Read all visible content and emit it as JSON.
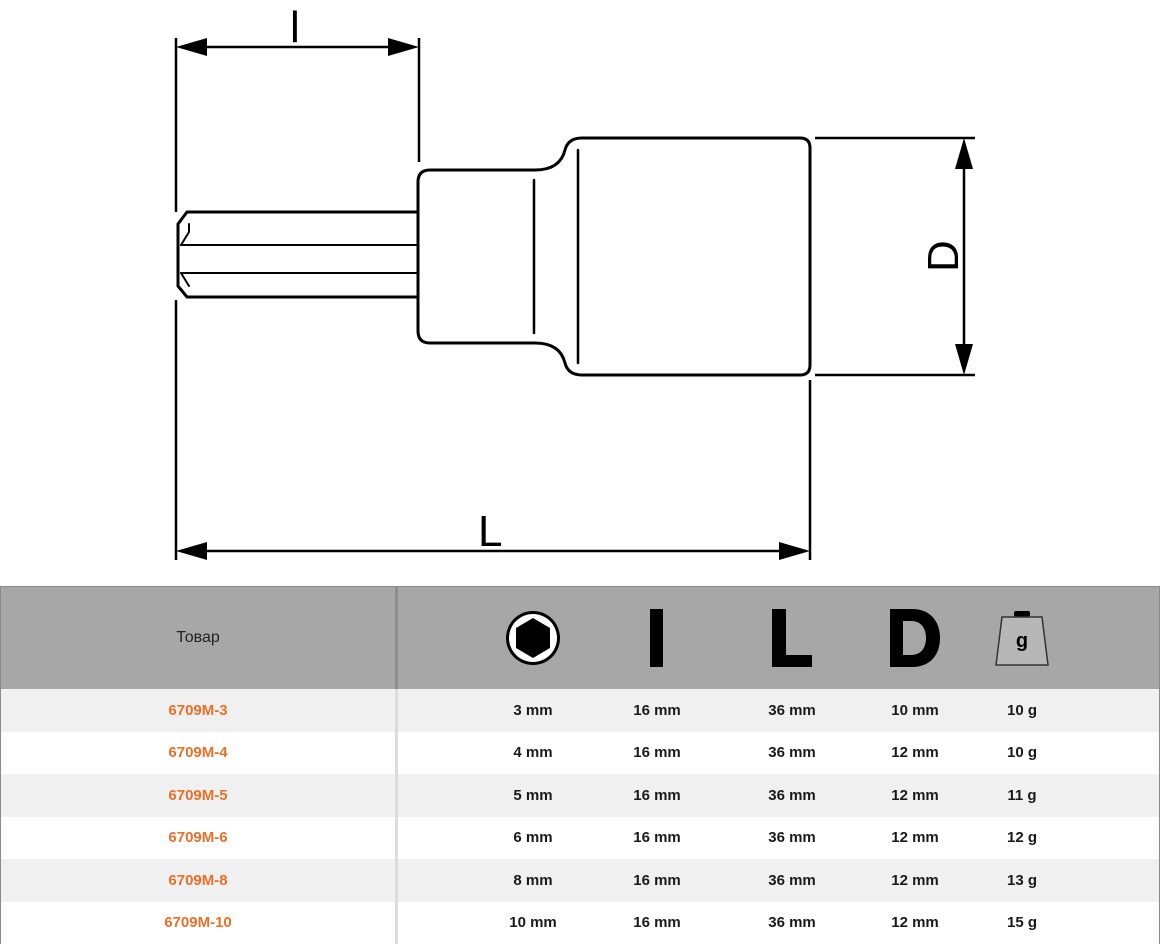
{
  "drawing": {
    "label_l": "l",
    "label_L": "L",
    "label_D": "D"
  },
  "table": {
    "header": {
      "product": "Товар",
      "icons": [
        "hex-socket-icon",
        "length-l-icon",
        "length-L-icon",
        "diameter-D-icon",
        "weight-icon"
      ],
      "weight_glyph": "g"
    },
    "rows": [
      {
        "product": "6709M-3",
        "size": "3 mm",
        "l": "16 mm",
        "L": "36 mm",
        "D": "10 mm",
        "weight": "10 g"
      },
      {
        "product": "6709M-4",
        "size": "4 mm",
        "l": "16 mm",
        "L": "36 mm",
        "D": "12 mm",
        "weight": "10 g"
      },
      {
        "product": "6709M-5",
        "size": "5 mm",
        "l": "16 mm",
        "L": "36 mm",
        "D": "12 mm",
        "weight": "11 g"
      },
      {
        "product": "6709M-6",
        "size": "6 mm",
        "l": "16 mm",
        "L": "36 mm",
        "D": "12 mm",
        "weight": "12 g"
      },
      {
        "product": "6709M-8",
        "size": "8 mm",
        "l": "16 mm",
        "L": "36 mm",
        "D": "12 mm",
        "weight": "13 g"
      },
      {
        "product": "6709M-10",
        "size": "10 mm",
        "l": "16 mm",
        "L": "36 mm",
        "D": "12 mm",
        "weight": "15 g"
      }
    ]
  },
  "colors": {
    "accent": "#e8702a",
    "header_bg": "#a7a7a7",
    "row_alt": "#f0f0f0"
  }
}
